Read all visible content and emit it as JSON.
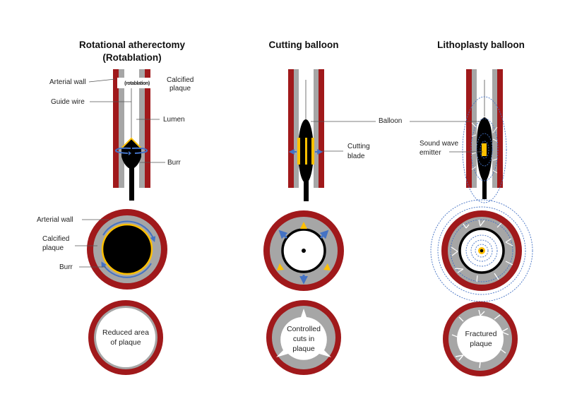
{
  "colors": {
    "arterial_wall": "#a0191b",
    "plaque": "#a6a6a6",
    "device": "#000000",
    "blade": "#ffc000",
    "arrow": "#4472c4",
    "background": "#ffffff"
  },
  "panels": [
    {
      "id": "rotational",
      "title_lines": [
        "Rotational atherectomy",
        "(Rotablation)"
      ],
      "insert_tag": "(rotablation)",
      "longitudinal_labels": {
        "arterial_wall": "Arterial wall",
        "calcified_plaque_lines": [
          "Calcified",
          "plaque"
        ],
        "guide_wire": "Guide wire",
        "lumen": "Lumen",
        "burr": "Burr"
      },
      "cross_section_labels": {
        "arterial_wall": "Arterial wall",
        "calcified_plaque_lines": [
          "Calcified",
          "plaque"
        ],
        "burr": "Burr"
      },
      "result_lines": [
        "Reduced area",
        "of plaque"
      ]
    },
    {
      "id": "cutting",
      "title_lines": [
        "Cutting balloon"
      ],
      "longitudinal_labels": {
        "balloon": "Balloon",
        "cutting_blade_lines": [
          "Cutting",
          "blade"
        ]
      },
      "result_lines": [
        "Controlled",
        "cuts in",
        "plaque"
      ]
    },
    {
      "id": "lithoplasty",
      "title_lines": [
        "Lithoplasty balloon"
      ],
      "longitudinal_labels": {
        "sound_wave_emitter_lines": [
          "Sound wave",
          "emitter"
        ]
      },
      "result_lines": [
        "Fractured",
        "plaque"
      ]
    }
  ]
}
